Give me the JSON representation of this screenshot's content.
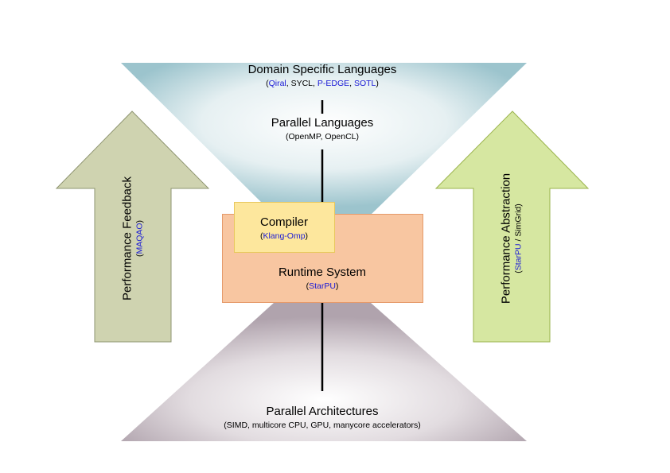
{
  "dsl": {
    "title": "Domain Specific Languages",
    "open": "(",
    "item1": "Qiral",
    "mid": ", SYCL, ",
    "item2": "P-EDGE",
    "sep": ", ",
    "item3": "SOTL",
    "close": ")"
  },
  "parallel_languages": {
    "title": "Parallel Languages",
    "subtitle": "(OpenMP, OpenCL)"
  },
  "compiler": {
    "title": "Compiler",
    "open": "(",
    "tool": "Klang-Omp",
    "close": ")"
  },
  "runtime": {
    "title": "Runtime System",
    "open": "(",
    "tool": "StarPU",
    "close": ")"
  },
  "architectures": {
    "title": "Parallel Architectures",
    "subtitle": "(SIMD, multicore CPU, GPU, manycore accelerators)"
  },
  "feedback": {
    "title": "Performance Feedback",
    "open": "(",
    "tool": "MAQAO",
    "close": ")"
  },
  "abstraction": {
    "title": "Performance Abstraction",
    "open": "(",
    "tool": "StarPU",
    "rest": " / SimGrid)"
  },
  "colors": {
    "top_funnel": "#9fc6cf",
    "bottom_funnel": "#b9adb6",
    "left_arrow": "#cfd3b0",
    "right_arrow": "#d6e7a1",
    "runtime_box": "#f8c6a1",
    "compiler_box": "#fde79d",
    "link_blue": "#1a1ad6"
  }
}
